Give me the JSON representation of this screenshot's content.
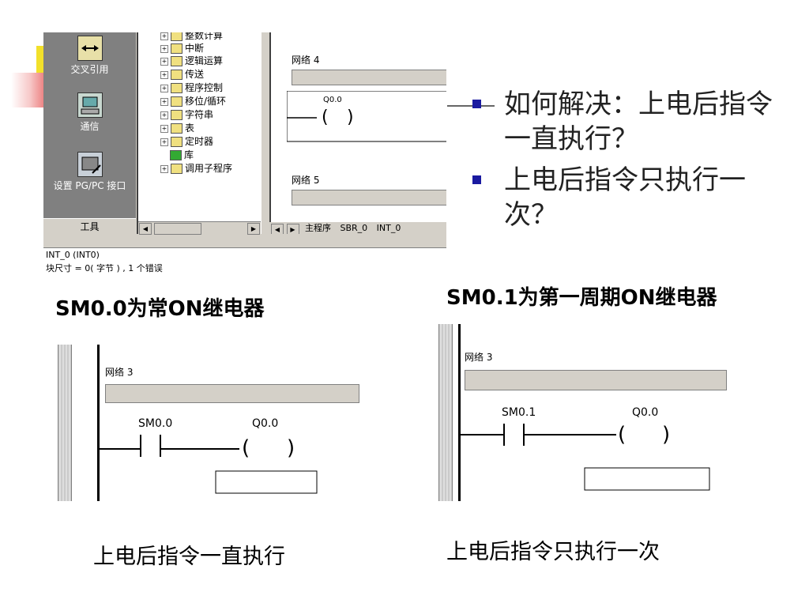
{
  "top_screenshot": {
    "tools": [
      {
        "label": "交叉引用",
        "icon": "cross-reference-icon"
      },
      {
        "label": "通信",
        "icon": "communication-icon"
      },
      {
        "label": "设置 PG/PC 接口",
        "icon": "pg-pc-interface-icon"
      }
    ],
    "tools_footer": "工具",
    "tree_items": [
      "整数计算",
      "中断",
      "逻辑运算",
      "传送",
      "程序控制",
      "移位/循环",
      "字符串",
      "表",
      "定时器",
      "库",
      "调用子程序"
    ],
    "networks": [
      {
        "label": "网络 4",
        "coil": "Q0.0"
      },
      {
        "label": "网络 5"
      }
    ],
    "tabs": [
      "主程序",
      "SBR_0",
      "INT_0"
    ],
    "status_lines": [
      "INT_0 (INT0)",
      "块尺寸 = 0( 字节 ) , 1 个错误"
    ]
  },
  "left_example": {
    "title": "SM0.0为常ON继电器",
    "network_label": "网络 3",
    "contact": "SM0.0",
    "coil": "Q0.0",
    "caption": "上电后指令一直执行"
  },
  "right_example": {
    "title": "SM0.1为第一周期ON继电器",
    "network_label": "网络 3",
    "contact": "SM0.1",
    "coil": "Q0.0",
    "caption": "上电后指令只执行一次"
  },
  "bullets": [
    "如何解决：上电后指令一直执行？",
    "上电后指令只执行一次？"
  ],
  "colors": {
    "bullet": "#1a1aa0",
    "deco_yellow": "#f2e02a",
    "deco_red": "#e23a3a"
  }
}
